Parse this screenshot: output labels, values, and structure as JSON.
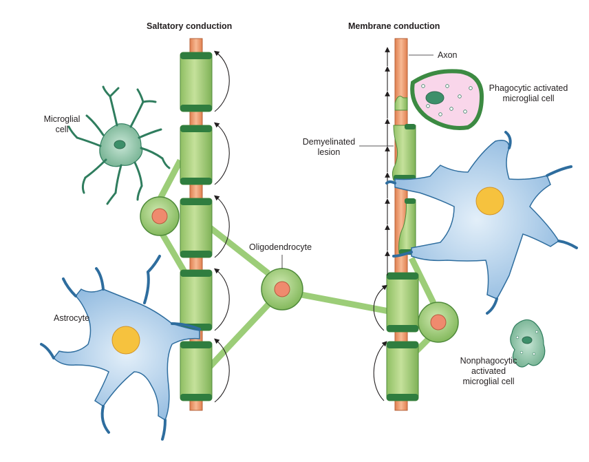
{
  "headings": {
    "left": "Saltatory conduction",
    "right": "Membrane conduction"
  },
  "labels": {
    "axon": "Axon",
    "phagocytic": [
      "Phagocytic activated",
      "microglial cell"
    ],
    "microglial": [
      "Microglial",
      "cell"
    ],
    "demyelinated": [
      "Demyelinated",
      "lesion"
    ],
    "oligodendrocyte": "Oligodendrocyte",
    "astrocyte": "Astrocyte",
    "nonphagocytic": [
      "Nonphagocytic",
      "activated",
      "microglial cell"
    ]
  },
  "colors": {
    "axon": "#f2a27a",
    "myelin": "#a9cf7d",
    "myelin_edge": "#4f8a3a",
    "oligodendrocyte": "#9ccd78",
    "nucleus": "#ef8a6e",
    "astrocyte": "#a9cbe8",
    "astrocyte_edge": "#2e6d9e",
    "astro_nucleus": "#f6c23e",
    "microglia": "#7fbfa0",
    "phagocyte": "#e6a9cf"
  }
}
